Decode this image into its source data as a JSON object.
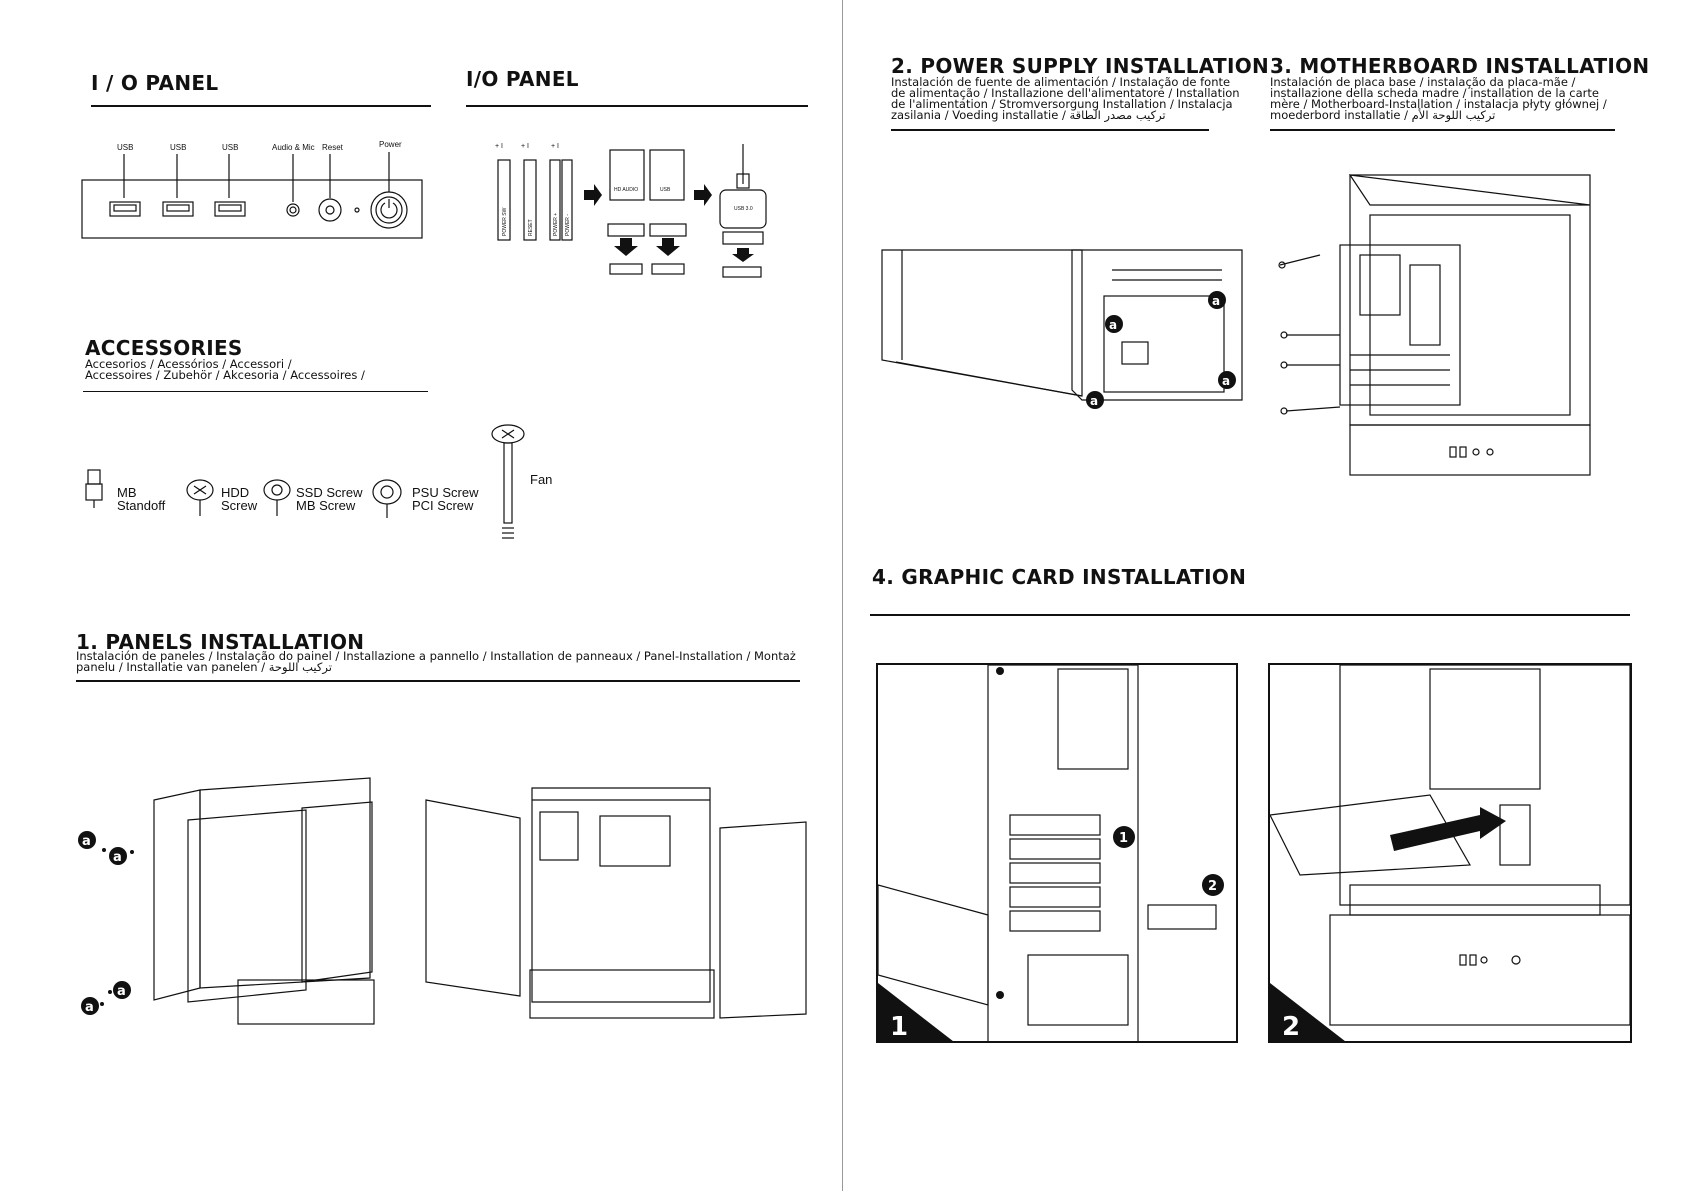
{
  "io_panel_left": {
    "title": "I / O PANEL",
    "ports": [
      "USB",
      "USB",
      "USB",
      "Audio & Mic",
      "Reset",
      "Power"
    ]
  },
  "io_panel_right": {
    "title": "I/O PANEL",
    "connectors": [
      "POWER SW",
      "RESET",
      "POWER +",
      "POWER -"
    ],
    "headers": [
      "HD AUDIO",
      "USB"
    ],
    "usb3": "USB 3.0"
  },
  "accessories": {
    "title": "ACCESSORIES",
    "line1": "Accesorios / Acessórios / Accessori /",
    "line2": "Accessoires / Zubehör / Akcesoria / Accessoires /",
    "items": [
      {
        "l1": "MB",
        "l2": "Standoff"
      },
      {
        "l1": "HDD",
        "l2": "Screw"
      },
      {
        "l1": "SSD Screw",
        "l2": "MB Screw"
      },
      {
        "l1": "PSU Screw",
        "l2": "PCI Screw"
      },
      {
        "l1": "Fan",
        "l2": ""
      }
    ]
  },
  "panels": {
    "title": "1. PANELS INSTALLATION",
    "line1": "Instalación de paneles / Instalação do painel / Installazione a pannello / Installation de panneaux / Panel-Installation / Montaż",
    "line2": "panelu / Installatie van panelen /  تركيب اللوحة"
  },
  "psu": {
    "title": "2. POWER SUPPLY INSTALLATION",
    "line1": "Instalación de fuente de alimentación / Instalação de fonte",
    "line2": "de alimentação / Installazione dell'alimentatore / Installation",
    "line3": "de l'alimentation / Stromversorgung Installation / Instalacja",
    "line4": "zasilania / Voeding installatie / تركيب مصدر الطاقة"
  },
  "mb": {
    "title": "3. MOTHERBOARD INSTALLATION",
    "line1": "Instalación de placa base / instalação da placa-mãe /",
    "line2": "installazione della scheda madre / installation de la carte",
    "line3": "mère / Motherboard-Installation / instalacja płyty głównej /",
    "line4": "moederbord installatie / تركيب اللوحة الأم"
  },
  "gpu": {
    "title": "4. GRAPHIC CARD INSTALLATION",
    "step1": "1",
    "step2": "2",
    "callout1": "1",
    "callout2": "2"
  },
  "marker": "a"
}
